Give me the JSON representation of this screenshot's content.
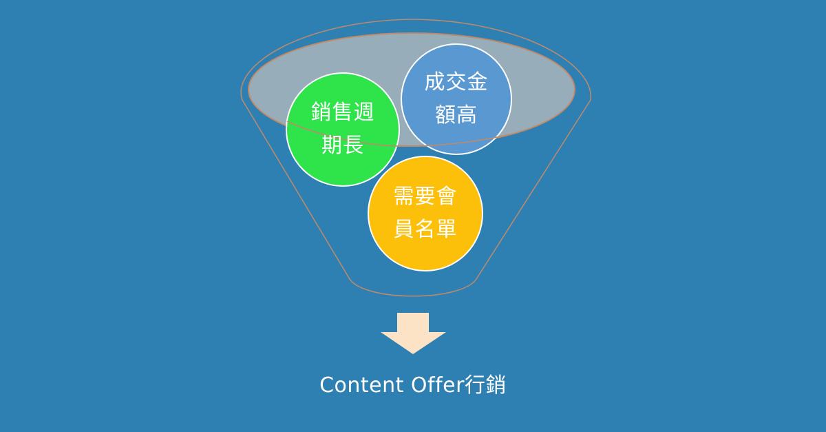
{
  "diagram": {
    "type": "funnel",
    "colors": {
      "background": "#2e7fb2",
      "funnel_outline": "#c08a6a",
      "funnel_top_fill": "#9aaeb6",
      "circle_green": "#2fe34a",
      "circle_blue": "#5a98d2",
      "circle_yellow": "#fcbf0a",
      "arrow": "#fde3c6",
      "text": "#ffffff"
    },
    "circles": [
      {
        "id": "green",
        "lines": [
          "銷售週",
          "期長"
        ]
      },
      {
        "id": "blue",
        "lines": [
          "成交金",
          "額高"
        ]
      },
      {
        "id": "yellow",
        "lines": [
          "需要會",
          "員名單"
        ]
      }
    ],
    "arrow_icon": "down-arrow-icon",
    "output_label": "Content Offer行銷"
  }
}
